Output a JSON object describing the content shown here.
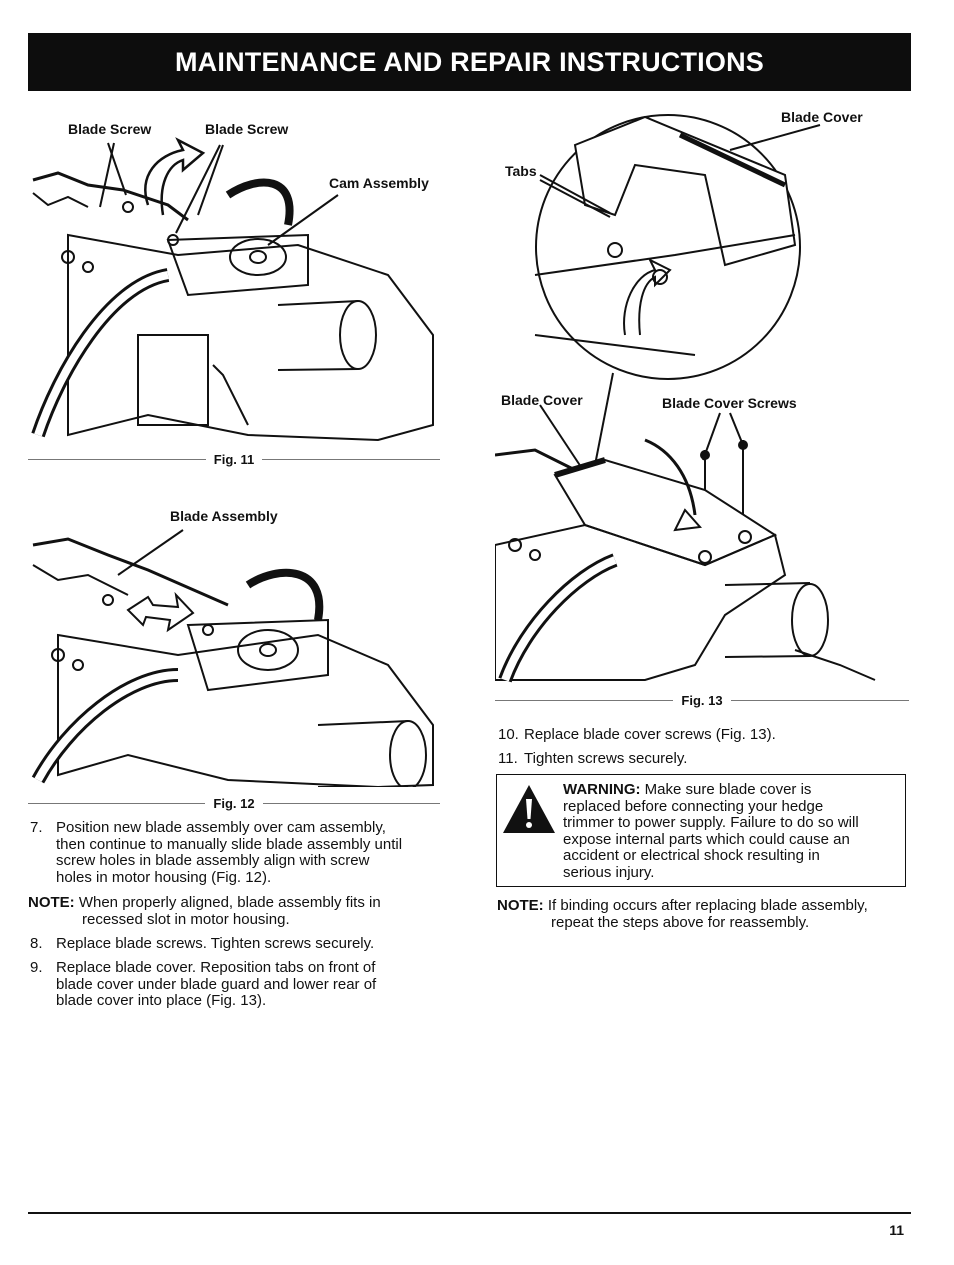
{
  "header": {
    "title": "MAINTENANCE AND REPAIR INSTRUCTIONS"
  },
  "fig11": {
    "label_blade_screw_1": "Blade Screw",
    "label_blade_screw_2": "Blade Screw",
    "label_cam_assembly": "Cam Assembly",
    "caption": "Fig. 11"
  },
  "fig12": {
    "label_blade_assembly": "Blade Assembly",
    "caption": "Fig. 12"
  },
  "fig13": {
    "label_tabs": "Tabs",
    "label_blade_cover_top": "Blade Cover",
    "label_blade_cover_left": "Blade Cover",
    "label_blade_cover_screws": "Blade Cover Screws",
    "caption": "Fig. 13"
  },
  "steps_left": [
    {
      "num": "7.",
      "lines": [
        "Position new blade assembly over cam assembly,",
        "then continue to manually slide blade assembly until",
        "screw holes in blade assembly align with screw",
        "holes in motor housing (Fig. 12)."
      ]
    },
    {
      "num": "8.",
      "lines": [
        "Replace blade screws. Tighten screws securely."
      ]
    },
    {
      "num": "9.",
      "lines": [
        "Replace blade cover. Reposition tabs on front of",
        "blade cover under blade guard and lower rear of",
        "blade cover into place (Fig. 13)."
      ]
    }
  ],
  "note_left": {
    "label": "NOTE:",
    "line1": "When properly aligned, blade assembly fits in",
    "line2": "recessed slot in motor housing."
  },
  "steps_right": [
    {
      "num": "10.",
      "text": "Replace blade cover screws (Fig. 13)."
    },
    {
      "num": "11.",
      "text": "Tighten screws securely."
    }
  ],
  "warning": {
    "label": "WARNING:",
    "lines": [
      "Make sure blade cover is",
      "replaced before connecting your hedge",
      "trimmer to power supply. Failure to do so will",
      "expose internal parts which could cause an",
      "accident or electrical shock resulting in",
      "serious injury."
    ]
  },
  "note_right": {
    "label": "NOTE:",
    "line1": "If binding occurs after replacing blade assembly,",
    "line2": "repeat the steps above for reassembly."
  },
  "footer": {
    "page_number": "11"
  }
}
